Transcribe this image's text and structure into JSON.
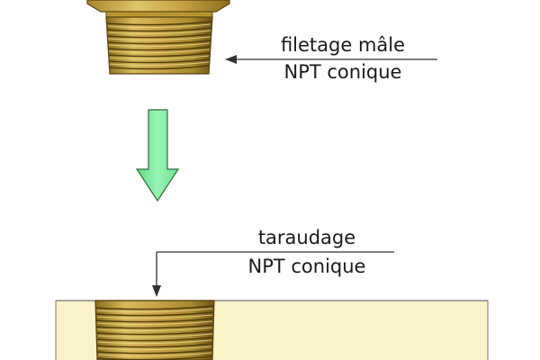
{
  "labels": {
    "male_thread_line1": "filetage mâle",
    "male_thread_line2": "NPT conique",
    "female_thread_line1": "taraudage",
    "female_thread_line2": "NPT conique"
  },
  "colors": {
    "brass": "#c9a84a",
    "brass_dark": "#6b5416",
    "arrow_fill": "#80f0a0",
    "plate_fill": "#fbf3c8",
    "plate_edge": "#8a8a8a"
  },
  "icons": {
    "insertion_arrow": "down-arrow-icon",
    "leader_pointer": "arrowhead"
  }
}
